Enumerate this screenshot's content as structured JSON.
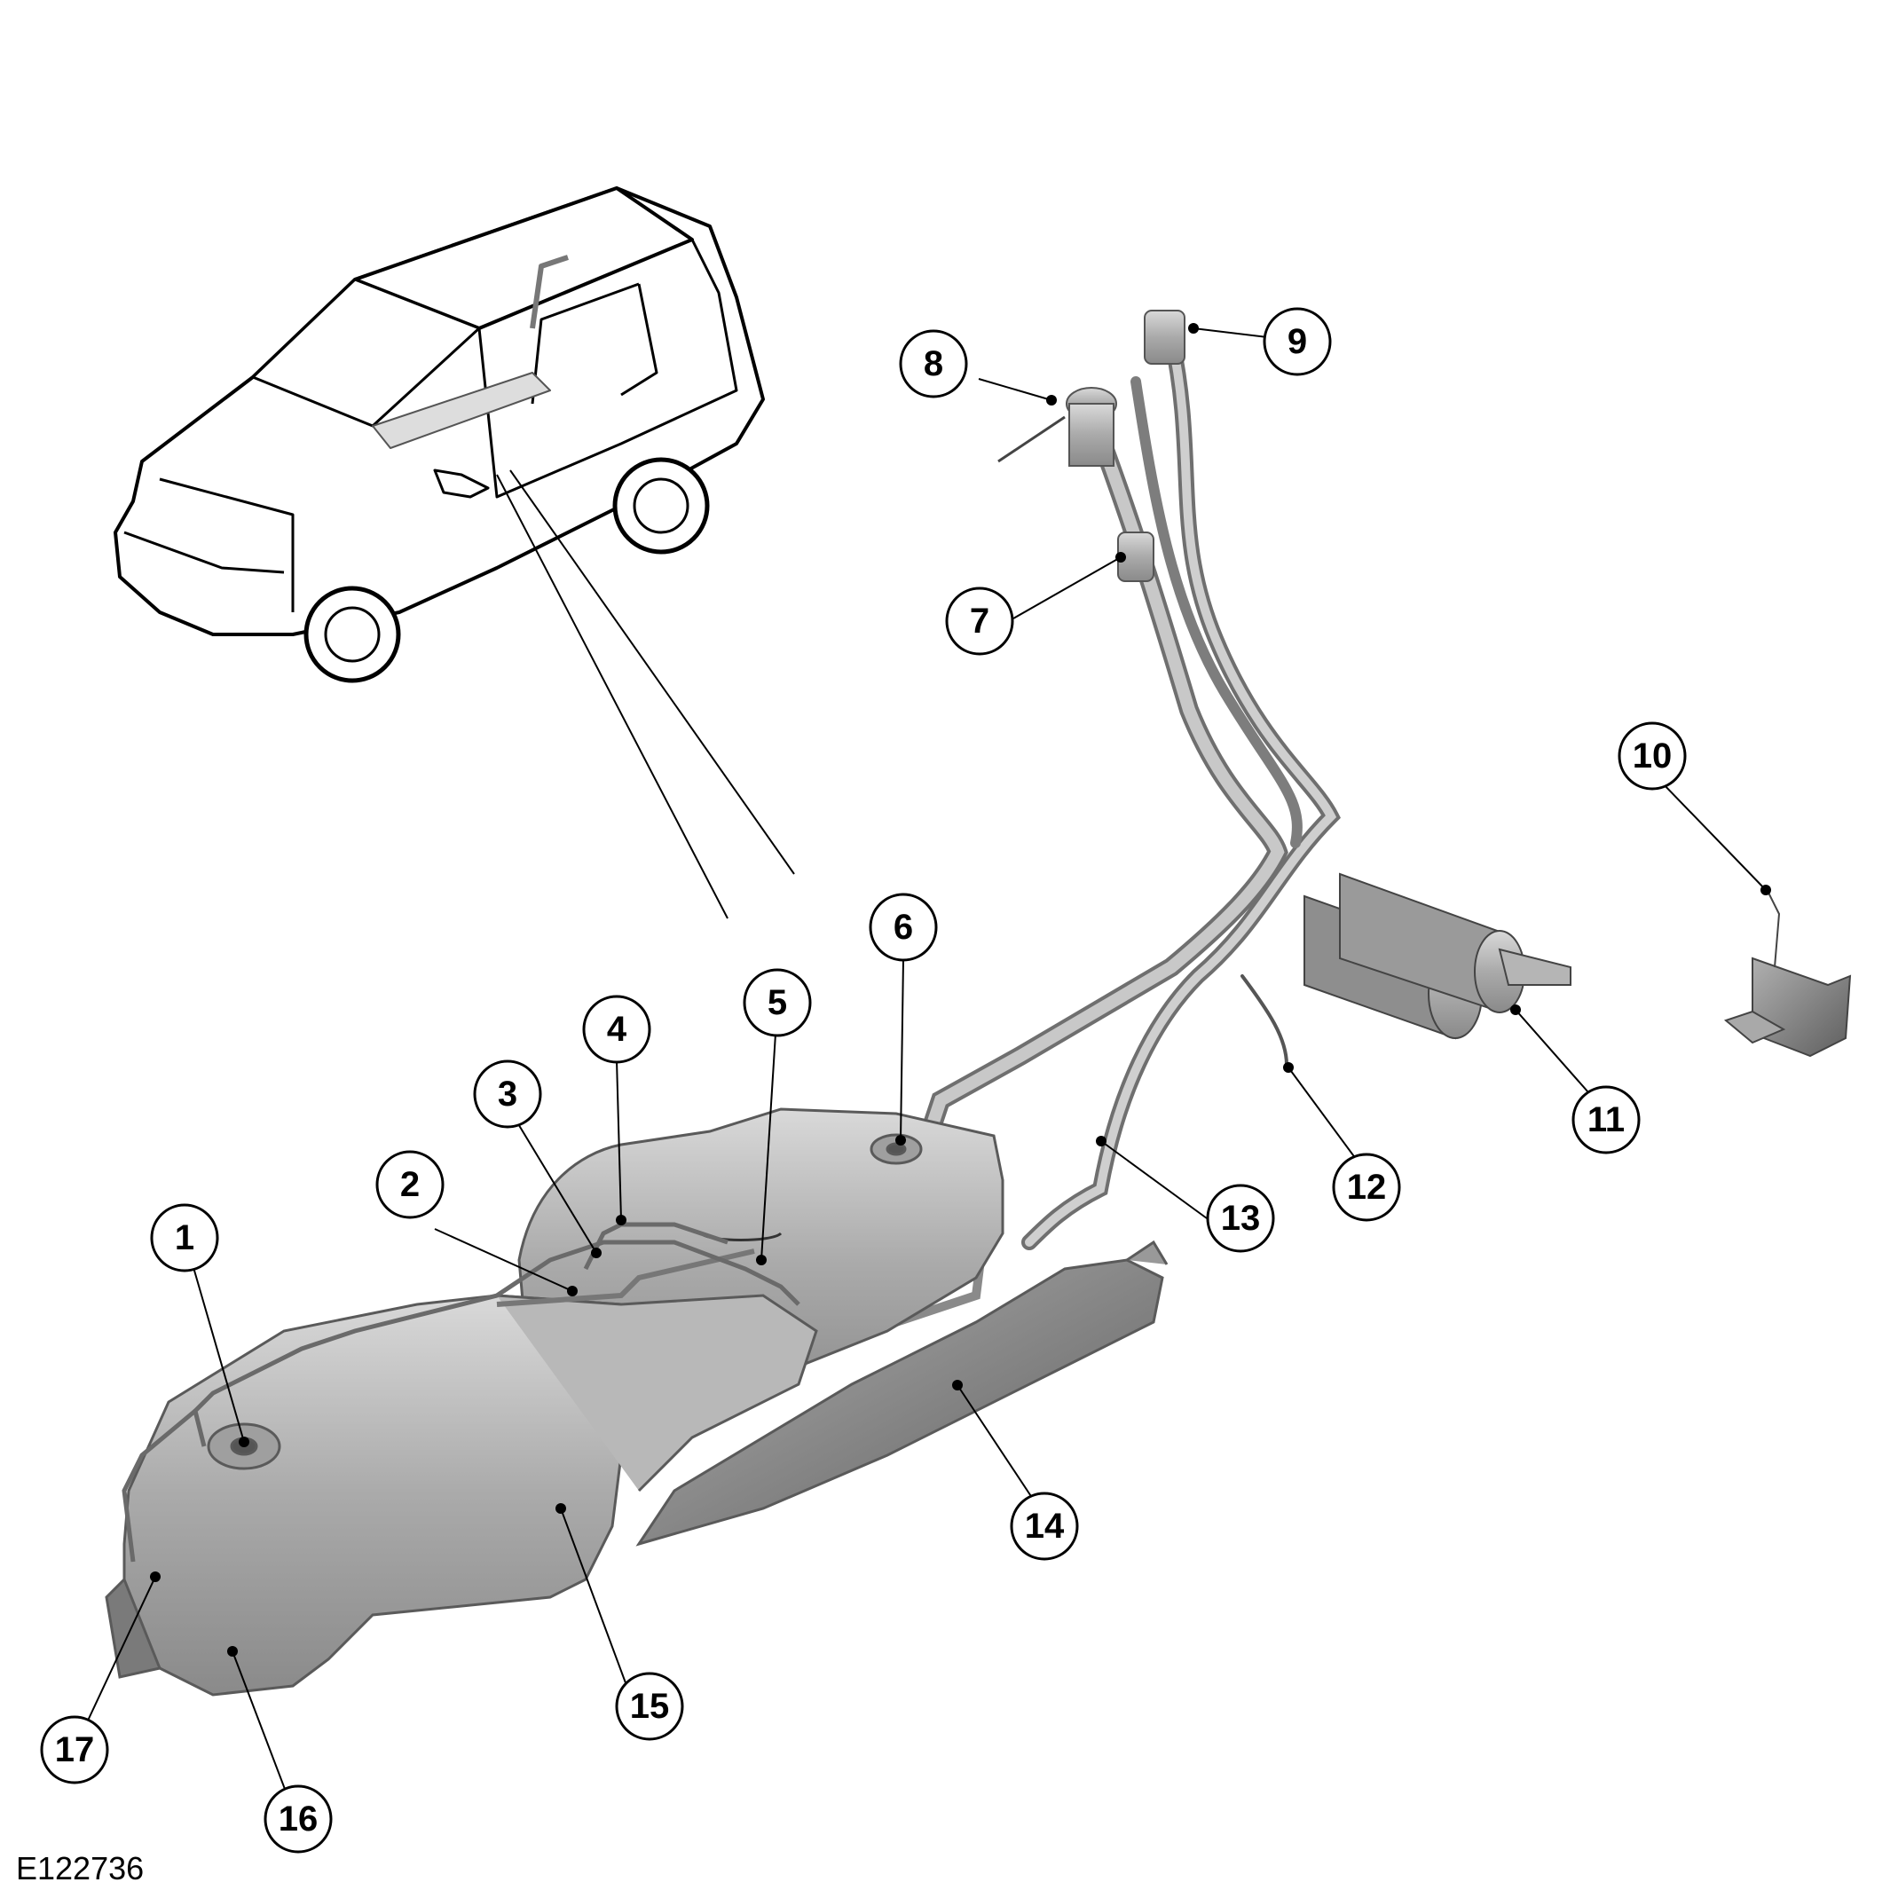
{
  "figure_id": "E122736",
  "callouts": [
    "1",
    "2",
    "3",
    "4",
    "5",
    "6",
    "7",
    "8",
    "9",
    "10",
    "11",
    "12",
    "13",
    "14",
    "15",
    "16",
    "17"
  ]
}
